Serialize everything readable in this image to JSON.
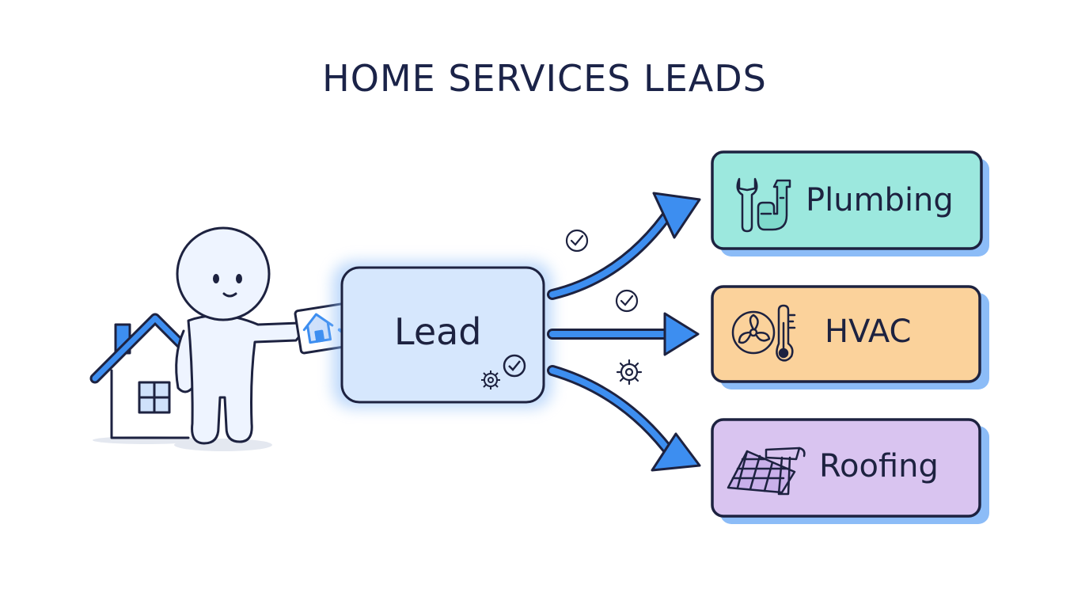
{
  "diagram": {
    "title": "HOME SERVICES LEADS",
    "lead": {
      "label": "Lead"
    },
    "services": [
      {
        "label": "Plumbing",
        "icon": "wrench-pipe-icon",
        "color": "#9ce8de"
      },
      {
        "label": "HVAC",
        "icon": "fan-thermometer-icon",
        "color": "#fbd29b"
      },
      {
        "label": "Roofing",
        "icon": "roof-hammer-icon",
        "color": "#d9c4f0"
      }
    ],
    "colors": {
      "outline": "#1d2240",
      "arrow": "#3d8ef0",
      "lead_fill": "#d6e7fd",
      "shadow": "#8cbcf7"
    }
  }
}
